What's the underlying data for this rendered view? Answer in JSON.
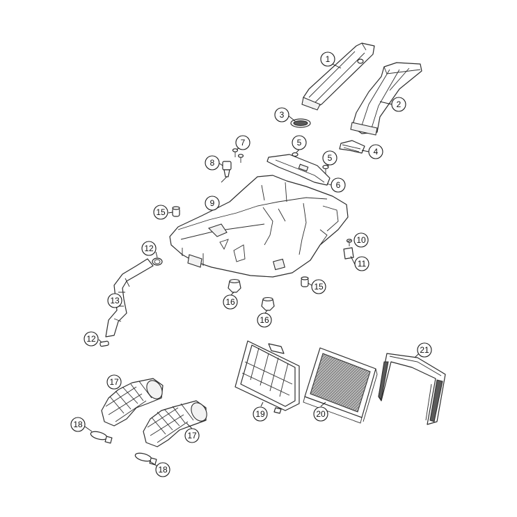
{
  "diagram": {
    "callouts": [
      {
        "label": "1"
      },
      {
        "label": "2"
      },
      {
        "label": "3"
      },
      {
        "label": "4"
      },
      {
        "label": "5"
      },
      {
        "label": "5"
      },
      {
        "label": "6"
      },
      {
        "label": "7"
      },
      {
        "label": "8"
      },
      {
        "label": "9"
      },
      {
        "label": "10"
      },
      {
        "label": "11"
      },
      {
        "label": "12"
      },
      {
        "label": "12"
      },
      {
        "label": "13"
      },
      {
        "label": "15"
      },
      {
        "label": "15"
      },
      {
        "label": "16"
      },
      {
        "label": "16"
      },
      {
        "label": "17"
      },
      {
        "label": "17"
      },
      {
        "label": "18"
      },
      {
        "label": "18"
      },
      {
        "label": "19"
      },
      {
        "label": "20"
      },
      {
        "label": "21"
      }
    ]
  }
}
